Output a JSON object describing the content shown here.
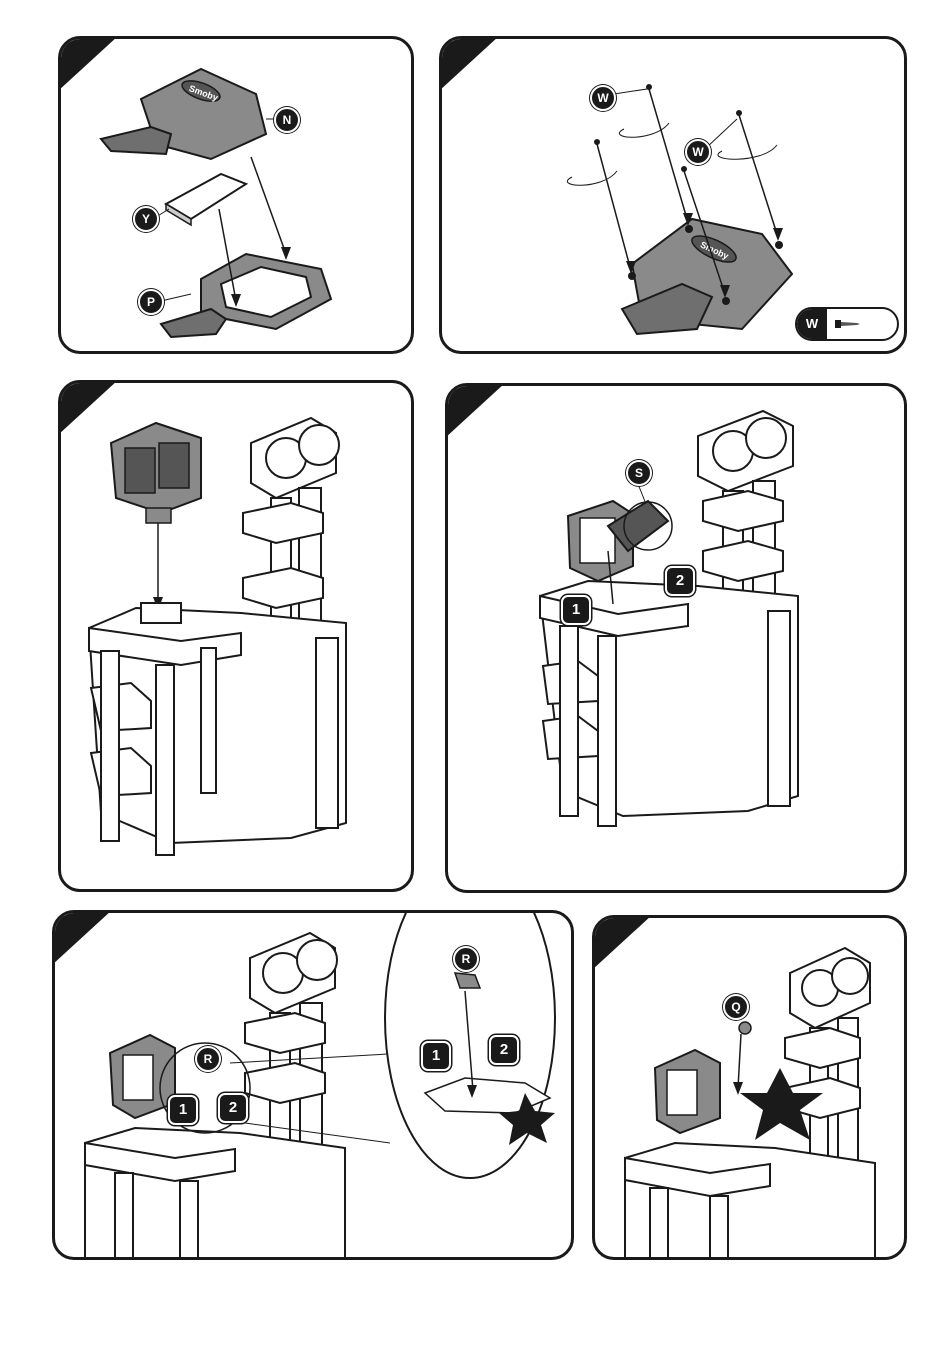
{
  "callouts": {
    "n": "N",
    "y": "Y",
    "p": "P",
    "w1": "W",
    "w2": "W",
    "s": "S",
    "r1": "R",
    "r2": "R",
    "q": "Q"
  },
  "legend": {
    "label": "W",
    "icon": "screw-icon"
  },
  "numbers": {
    "one": "1",
    "two": "2"
  },
  "colors": {
    "ink": "#1a1a1a",
    "part_gray": "#8a8a8a",
    "part_dark": "#555555"
  },
  "brand_logo_text": "Smoby"
}
